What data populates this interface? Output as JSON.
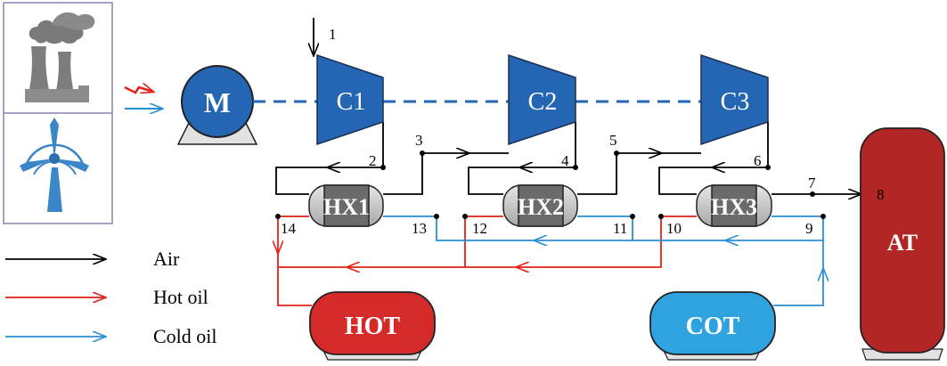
{
  "colors": {
    "air": "#000000",
    "hot_oil": "#e32119",
    "cold_oil": "#2b8fd6",
    "compressor_fill": "#2466b3",
    "hot_tank": "#d42a2a",
    "cold_tank": "#2ea3df",
    "air_tank": "#b22626",
    "hx_body": "#6b6b6b",
    "hx_cap": "#c8c8c8",
    "panel_border": "#8a84b8",
    "factory_grey": "#7d7d7d",
    "turbine_blue": "#3b86c8"
  },
  "icons": {
    "factory": "factory-icon",
    "wind": "wind-turbine-icon",
    "electricity": "electricity-icon",
    "motor": "motor-icon"
  },
  "components": {
    "motor": "M",
    "compressors": [
      "C1",
      "C2",
      "C3"
    ],
    "heat_exchangers": [
      "HX1",
      "HX2",
      "HX3"
    ],
    "hot_tank": "HOT",
    "cold_tank": "COT",
    "air_tank": "AT"
  },
  "state_points": [
    "1",
    "2",
    "3",
    "4",
    "5",
    "6",
    "7",
    "8",
    "9",
    "10",
    "11",
    "12",
    "13",
    "14"
  ],
  "legend": [
    {
      "label": "Air",
      "color": "#000000"
    },
    {
      "label": "Hot oil",
      "color": "#e32119"
    },
    {
      "label": "Cold oil",
      "color": "#2b8fd6"
    }
  ]
}
